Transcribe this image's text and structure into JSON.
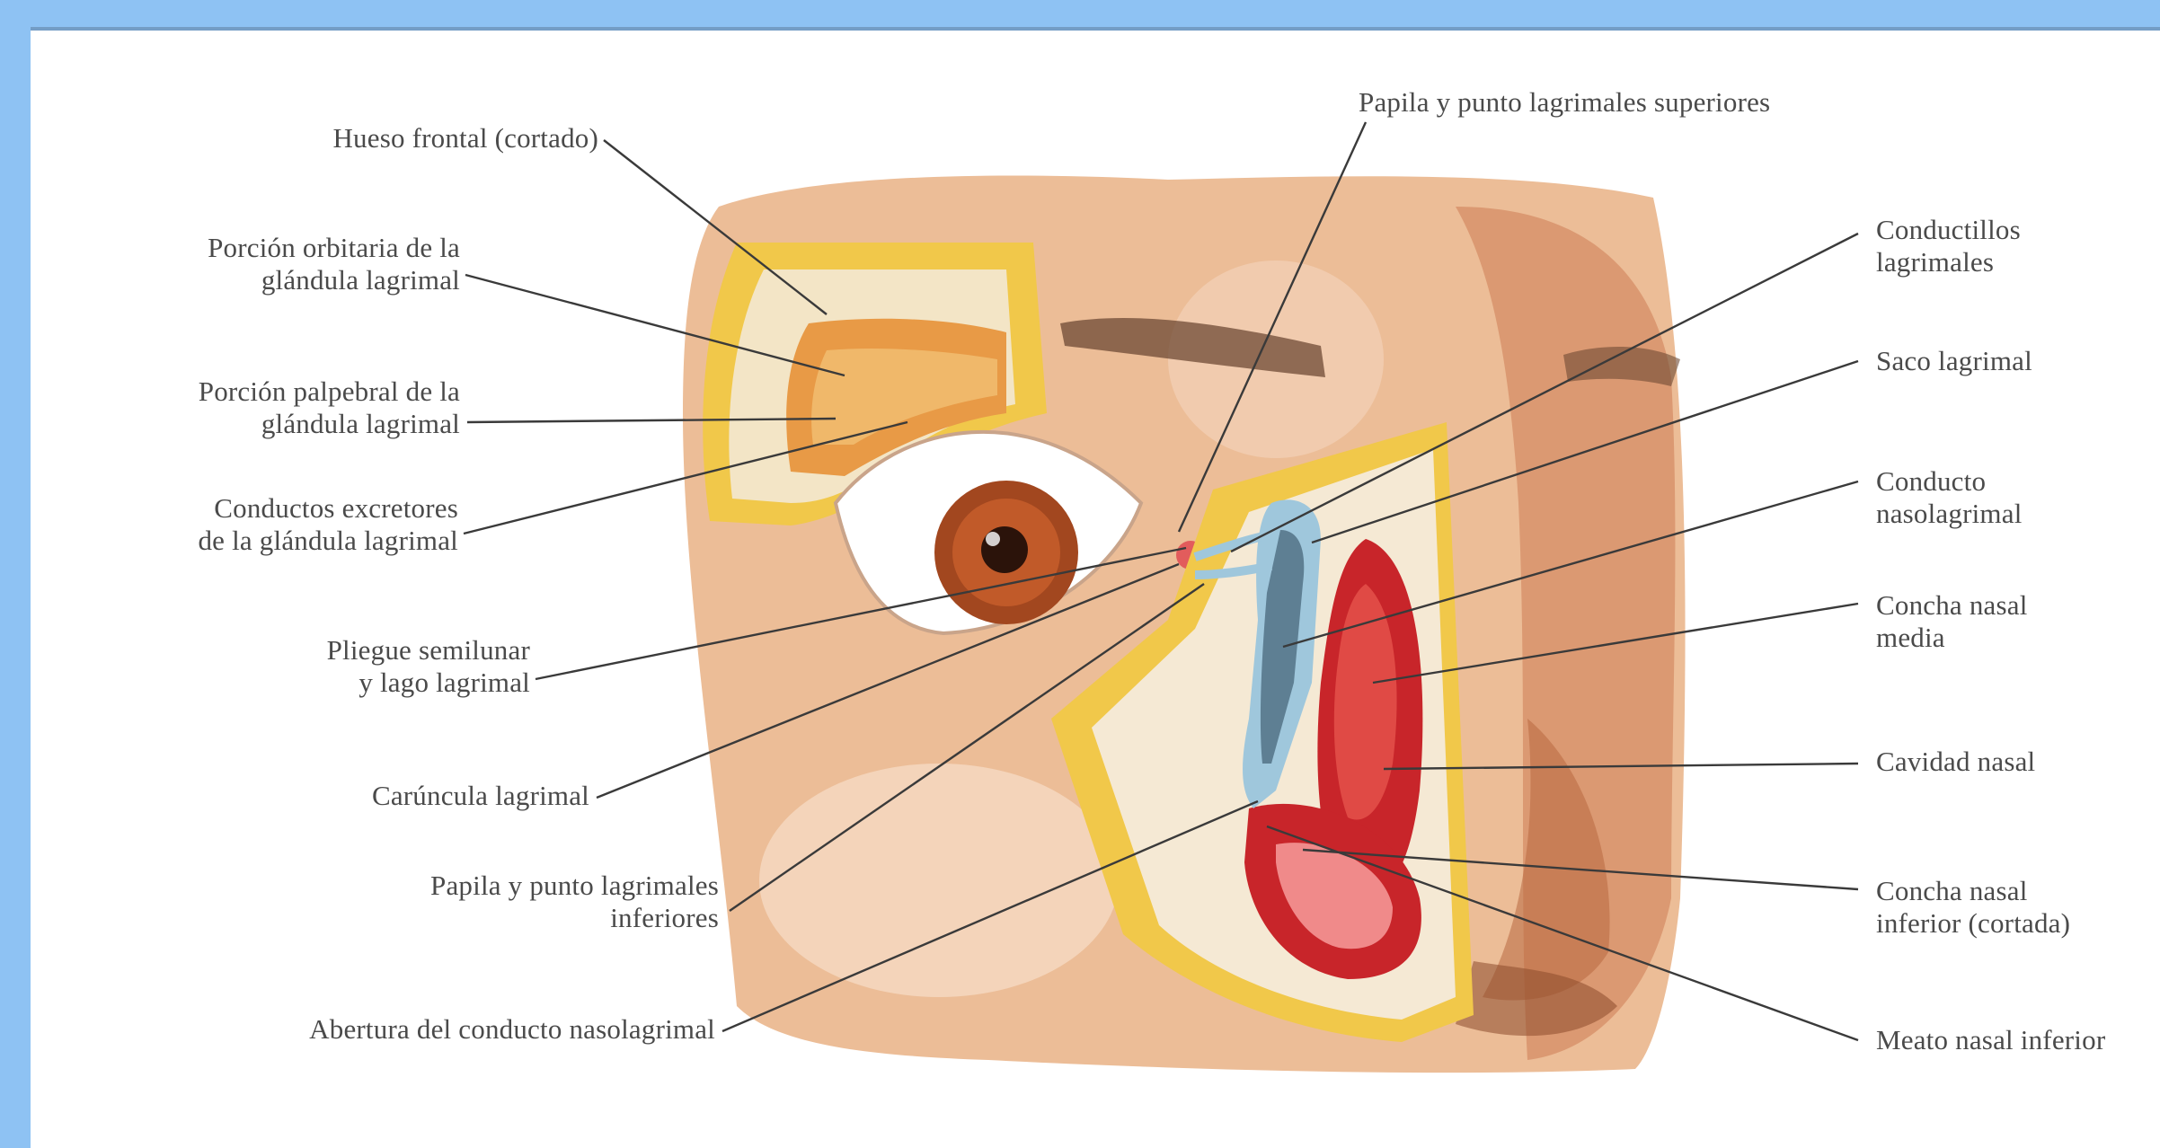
{
  "colors": {
    "frame": "#8ec2f3",
    "panel": "#ffffff",
    "skin": "#e9b590",
    "bone_yellow": "#f1c84a",
    "mucosa_red": "#c8252a",
    "duct_blue": "#9fc7dc",
    "leader_line": "#3a3a3a",
    "label_text": "#4a4a4a"
  },
  "labels": {
    "left": [
      {
        "id": "hueso-frontal",
        "text": "Hueso frontal (cortado)"
      },
      {
        "id": "porcion-orbitaria",
        "lines": [
          "Porción orbitaria de la",
          "glándula lagrimal"
        ]
      },
      {
        "id": "porcion-palpebral",
        "lines": [
          "Porción palpebral de la",
          "glándula lagrimal"
        ]
      },
      {
        "id": "conductos-excretores",
        "lines": [
          "Conductos excretores",
          "de la glándula lagrimal"
        ]
      },
      {
        "id": "pliegue-semilunar",
        "lines": [
          "Pliegue semilunar",
          "y lago lagrimal"
        ]
      },
      {
        "id": "caruncula",
        "text": "Carúncula lagrimal"
      },
      {
        "id": "papila-inferiores",
        "lines": [
          "Papila y punto lagrimales",
          "inferiores"
        ]
      },
      {
        "id": "abertura",
        "text": "Abertura del conducto nasolagrimal"
      }
    ],
    "top": {
      "id": "papila-superiores",
      "text": "Papila y punto lagrimales superiores"
    },
    "right": [
      {
        "id": "conductillos",
        "lines": [
          "Conductillos",
          "lagrimales"
        ]
      },
      {
        "id": "saco",
        "text": "Saco lagrimal"
      },
      {
        "id": "conducto-nasolagrimal",
        "lines": [
          "Conducto",
          "nasolagrimal"
        ]
      },
      {
        "id": "concha-media",
        "lines": [
          "Concha nasal",
          "media"
        ]
      },
      {
        "id": "cavidad-nasal",
        "text": "Cavidad nasal"
      },
      {
        "id": "concha-inferior",
        "lines": [
          "Concha nasal",
          "inferior (cortada)"
        ]
      },
      {
        "id": "meato",
        "text": "Meato nasal inferior"
      }
    ]
  }
}
